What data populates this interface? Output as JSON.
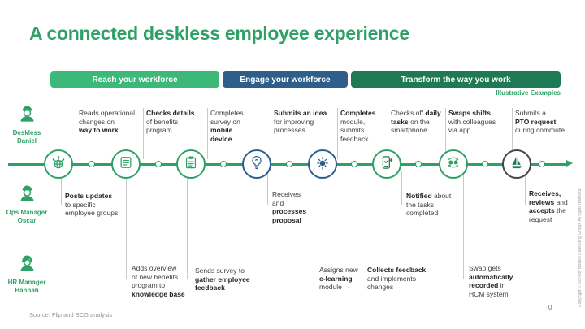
{
  "slide": {
    "title": "A connected deskless employee experience",
    "illustrative_label": "Illustrative Examples",
    "source_note": "Source: Flip and BCG analysis",
    "page_number": "0",
    "copyright": "Copyright © 2024 by Boston Consulting Group. All rights reserved."
  },
  "phases": [
    {
      "label": "Reach your workforce",
      "color": "#3cb878"
    },
    {
      "label": "Engage your workforce",
      "color": "#2e5f8a"
    },
    {
      "label": "Transform the way you work",
      "color": "#1d7a54"
    }
  ],
  "personas": [
    {
      "name": "Deskless\nDaniel",
      "icon": "worker-helmet-icon"
    },
    {
      "name": "Ops Manager\nOscar",
      "icon": "manager-headset-icon"
    },
    {
      "name": "HR Manager\nHannah",
      "icon": "hr-woman-icon"
    }
  ],
  "timeline": {
    "accent_color": "#2fa166",
    "engage_color": "#2e5f8a",
    "transform_color": "#1d7a54",
    "nodes": [
      {
        "icon": "broadcast-globe-icon"
      },
      {
        "icon": "news-feed-icon"
      },
      {
        "icon": "clipboard-icon"
      },
      {
        "icon": "lightbulb-idea-icon"
      },
      {
        "icon": "elearning-brain-icon"
      },
      {
        "icon": "smartphone-check-icon"
      },
      {
        "icon": "shift-swap-icon"
      },
      {
        "icon": "sailboat-icon"
      }
    ]
  },
  "annotations": {
    "top": [
      {
        "segments": [
          [
            "Reads operational\nchanges on\n",
            0
          ],
          [
            "way to work",
            1
          ]
        ]
      },
      {
        "segments": [
          [
            "Checks details\n",
            1
          ],
          [
            "of benefits\nprogram",
            0
          ]
        ]
      },
      {
        "segments": [
          [
            "Completes\nsurvey on\n",
            0
          ],
          [
            "mobile\ndevice",
            1
          ]
        ]
      },
      {
        "segments": [
          [
            "Submits an idea\n",
            1
          ],
          [
            "for improving\nprocesses",
            0
          ]
        ]
      },
      {
        "segments": [
          [
            "Completes\n",
            1
          ],
          [
            "module,\nsubmits\nfeedback",
            0
          ]
        ]
      },
      {
        "segments": [
          [
            "Checks off ",
            0
          ],
          [
            "daily\ntasks",
            1
          ],
          [
            " on the\nsmartphone",
            0
          ]
        ]
      },
      {
        "segments": [
          [
            "Swaps shifts\n",
            1
          ],
          [
            "with colleagues\nvia app",
            0
          ]
        ]
      },
      {
        "segments": [
          [
            "Submits a\n",
            0
          ],
          [
            "PTO request\n",
            1
          ],
          [
            "during commute",
            0
          ]
        ]
      }
    ],
    "middle": [
      {
        "segments": [
          [
            "Posts updates\n",
            1
          ],
          [
            "to specific\nemployee groups",
            0
          ]
        ]
      },
      {
        "segments": [
          [
            "Receives\nand\n",
            0
          ],
          [
            "processes\nproposal",
            1
          ]
        ]
      },
      {
        "segments": [
          [
            "Notified",
            1
          ],
          [
            " about\nthe tasks\ncompleted",
            0
          ]
        ]
      },
      {
        "segments": [
          [
            "Receives,\nreviews",
            1
          ],
          [
            " and\n",
            0
          ],
          [
            "accepts",
            1
          ],
          [
            " the\nrequest",
            0
          ]
        ]
      }
    ],
    "bottom": [
      {
        "segments": [
          [
            "Adds overview\nof new benefits\nprogram to\n",
            0
          ],
          [
            "knowledge base",
            1
          ]
        ]
      },
      {
        "segments": [
          [
            "Sends survey to\n",
            0
          ],
          [
            "gather employee\nfeedback",
            1
          ]
        ]
      },
      {
        "segments": [
          [
            "Assigns new\n",
            0
          ],
          [
            "e-learning\n",
            1
          ],
          [
            "module",
            0
          ]
        ]
      },
      {
        "segments": [
          [
            "Collects feedback\n",
            1
          ],
          [
            "and implements\nchanges",
            0
          ]
        ]
      },
      {
        "segments": [
          [
            "Swap gets\n",
            0
          ],
          [
            "automatically\nrecorded",
            1
          ],
          [
            " in\nHCM system",
            0
          ]
        ]
      }
    ]
  }
}
